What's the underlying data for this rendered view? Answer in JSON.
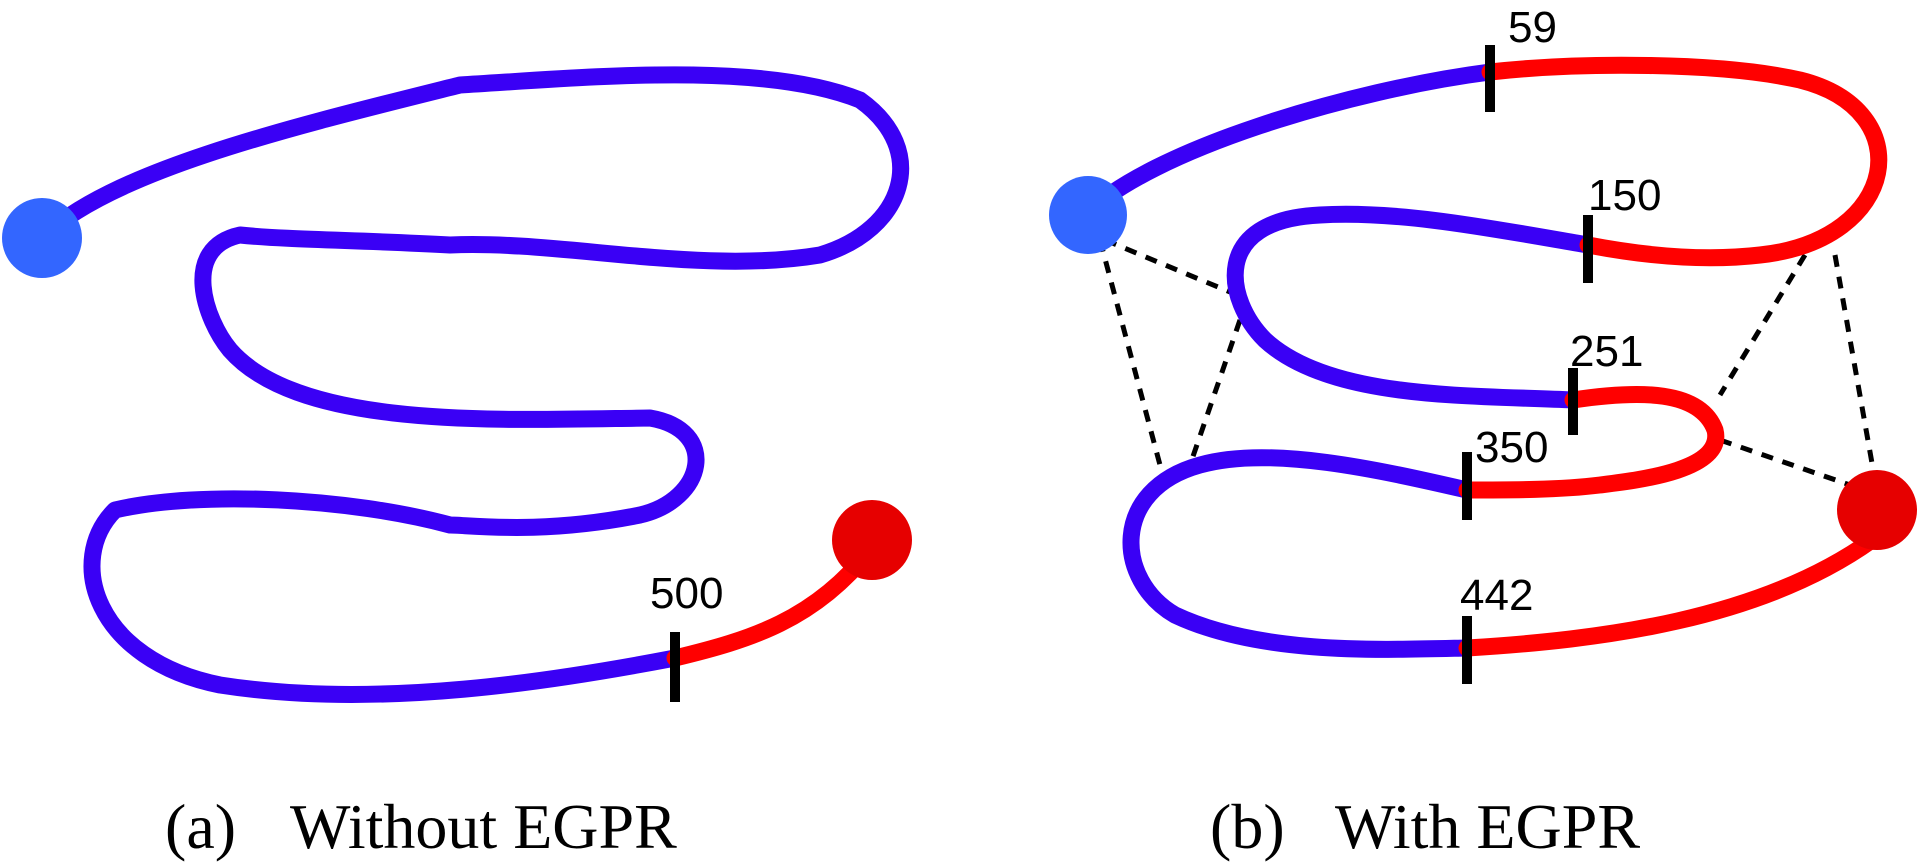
{
  "colors": {
    "blue_path": "#3a00f5",
    "red_path": "#ff0000",
    "start_node": "#3366ff",
    "end_node": "#e60000",
    "marker": "#000000"
  },
  "panel_a": {
    "caption_label": "(a)",
    "caption_text": "Without EGPR",
    "markers": [
      {
        "label": "500"
      }
    ]
  },
  "panel_b": {
    "caption_label": "(b)",
    "caption_text": "With EGPR",
    "markers": [
      {
        "label": "59"
      },
      {
        "label": "150"
      },
      {
        "label": "251"
      },
      {
        "label": "350"
      },
      {
        "label": "442"
      }
    ]
  }
}
